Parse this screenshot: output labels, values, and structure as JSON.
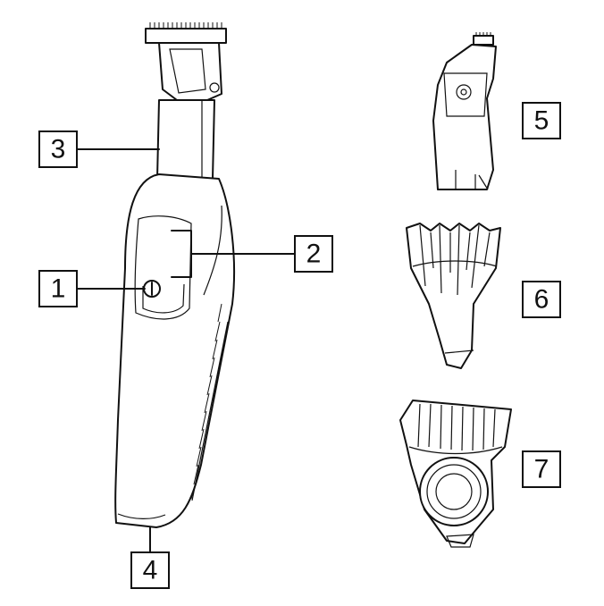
{
  "callouts": [
    {
      "id": "1",
      "label": "1"
    },
    {
      "id": "2",
      "label": "2"
    },
    {
      "id": "3",
      "label": "3"
    },
    {
      "id": "4",
      "label": "4"
    },
    {
      "id": "5",
      "label": "5"
    },
    {
      "id": "6",
      "label": "6"
    },
    {
      "id": "7",
      "label": "7"
    }
  ],
  "icons": {
    "trimmer_body": "trimmer-body-icon",
    "power_button": "power-button-icon",
    "detail_attachment": "precision-trimmer-attachment-icon",
    "comb_fixed": "guide-comb-icon",
    "comb_adjustable": "adjustable-comb-icon"
  }
}
